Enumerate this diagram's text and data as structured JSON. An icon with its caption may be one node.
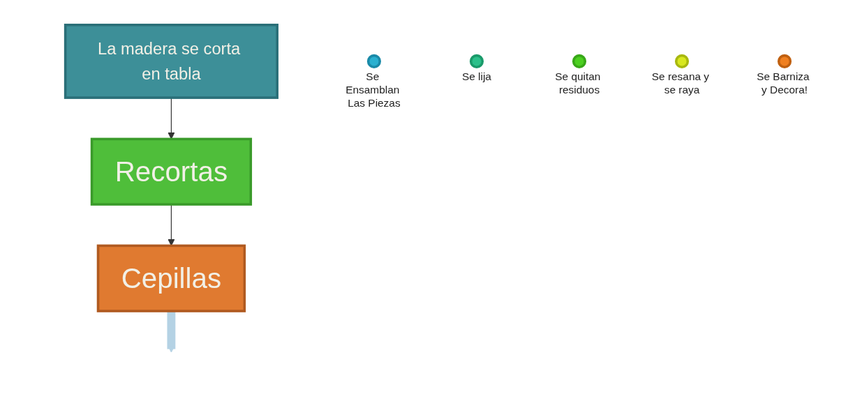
{
  "diagram": {
    "nodes": [
      {
        "text": [
          "La madera se corta en tabla"
        ]
      },
      {
        "text": [
          "Recortas"
        ]
      },
      {
        "text": [
          "Cepillas"
        ]
      },
      {
        "text": [],
        "shape": "circle",
        "beside": [
          "Se Ensamblan Las Piezas"
        ]
      },
      {
        "text": [],
        "shape": "circle",
        "beside": [
          "Se lija"
        ]
      },
      {
        "text": [],
        "shape": "circle",
        "beside": [
          "Se quitan residuos"
        ]
      },
      {
        "text": [],
        "shape": "circle",
        "beside": [
          "Se resana y se raya"
        ]
      },
      {
        "text": [],
        "shape": "circle",
        "beside": [
          "Se Barniza y Decora!"
        ]
      }
    ],
    "edges": [
      {
        "from": 0,
        "to": 1,
        "arrow": "to"
      },
      {
        "from": 1,
        "to": 2,
        "arrow": "to"
      },
      {
        "from": 2,
        "to": null,
        "arrow": "to",
        "style": "thick",
        "color": "#b4d2e4"
      }
    ]
  }
}
